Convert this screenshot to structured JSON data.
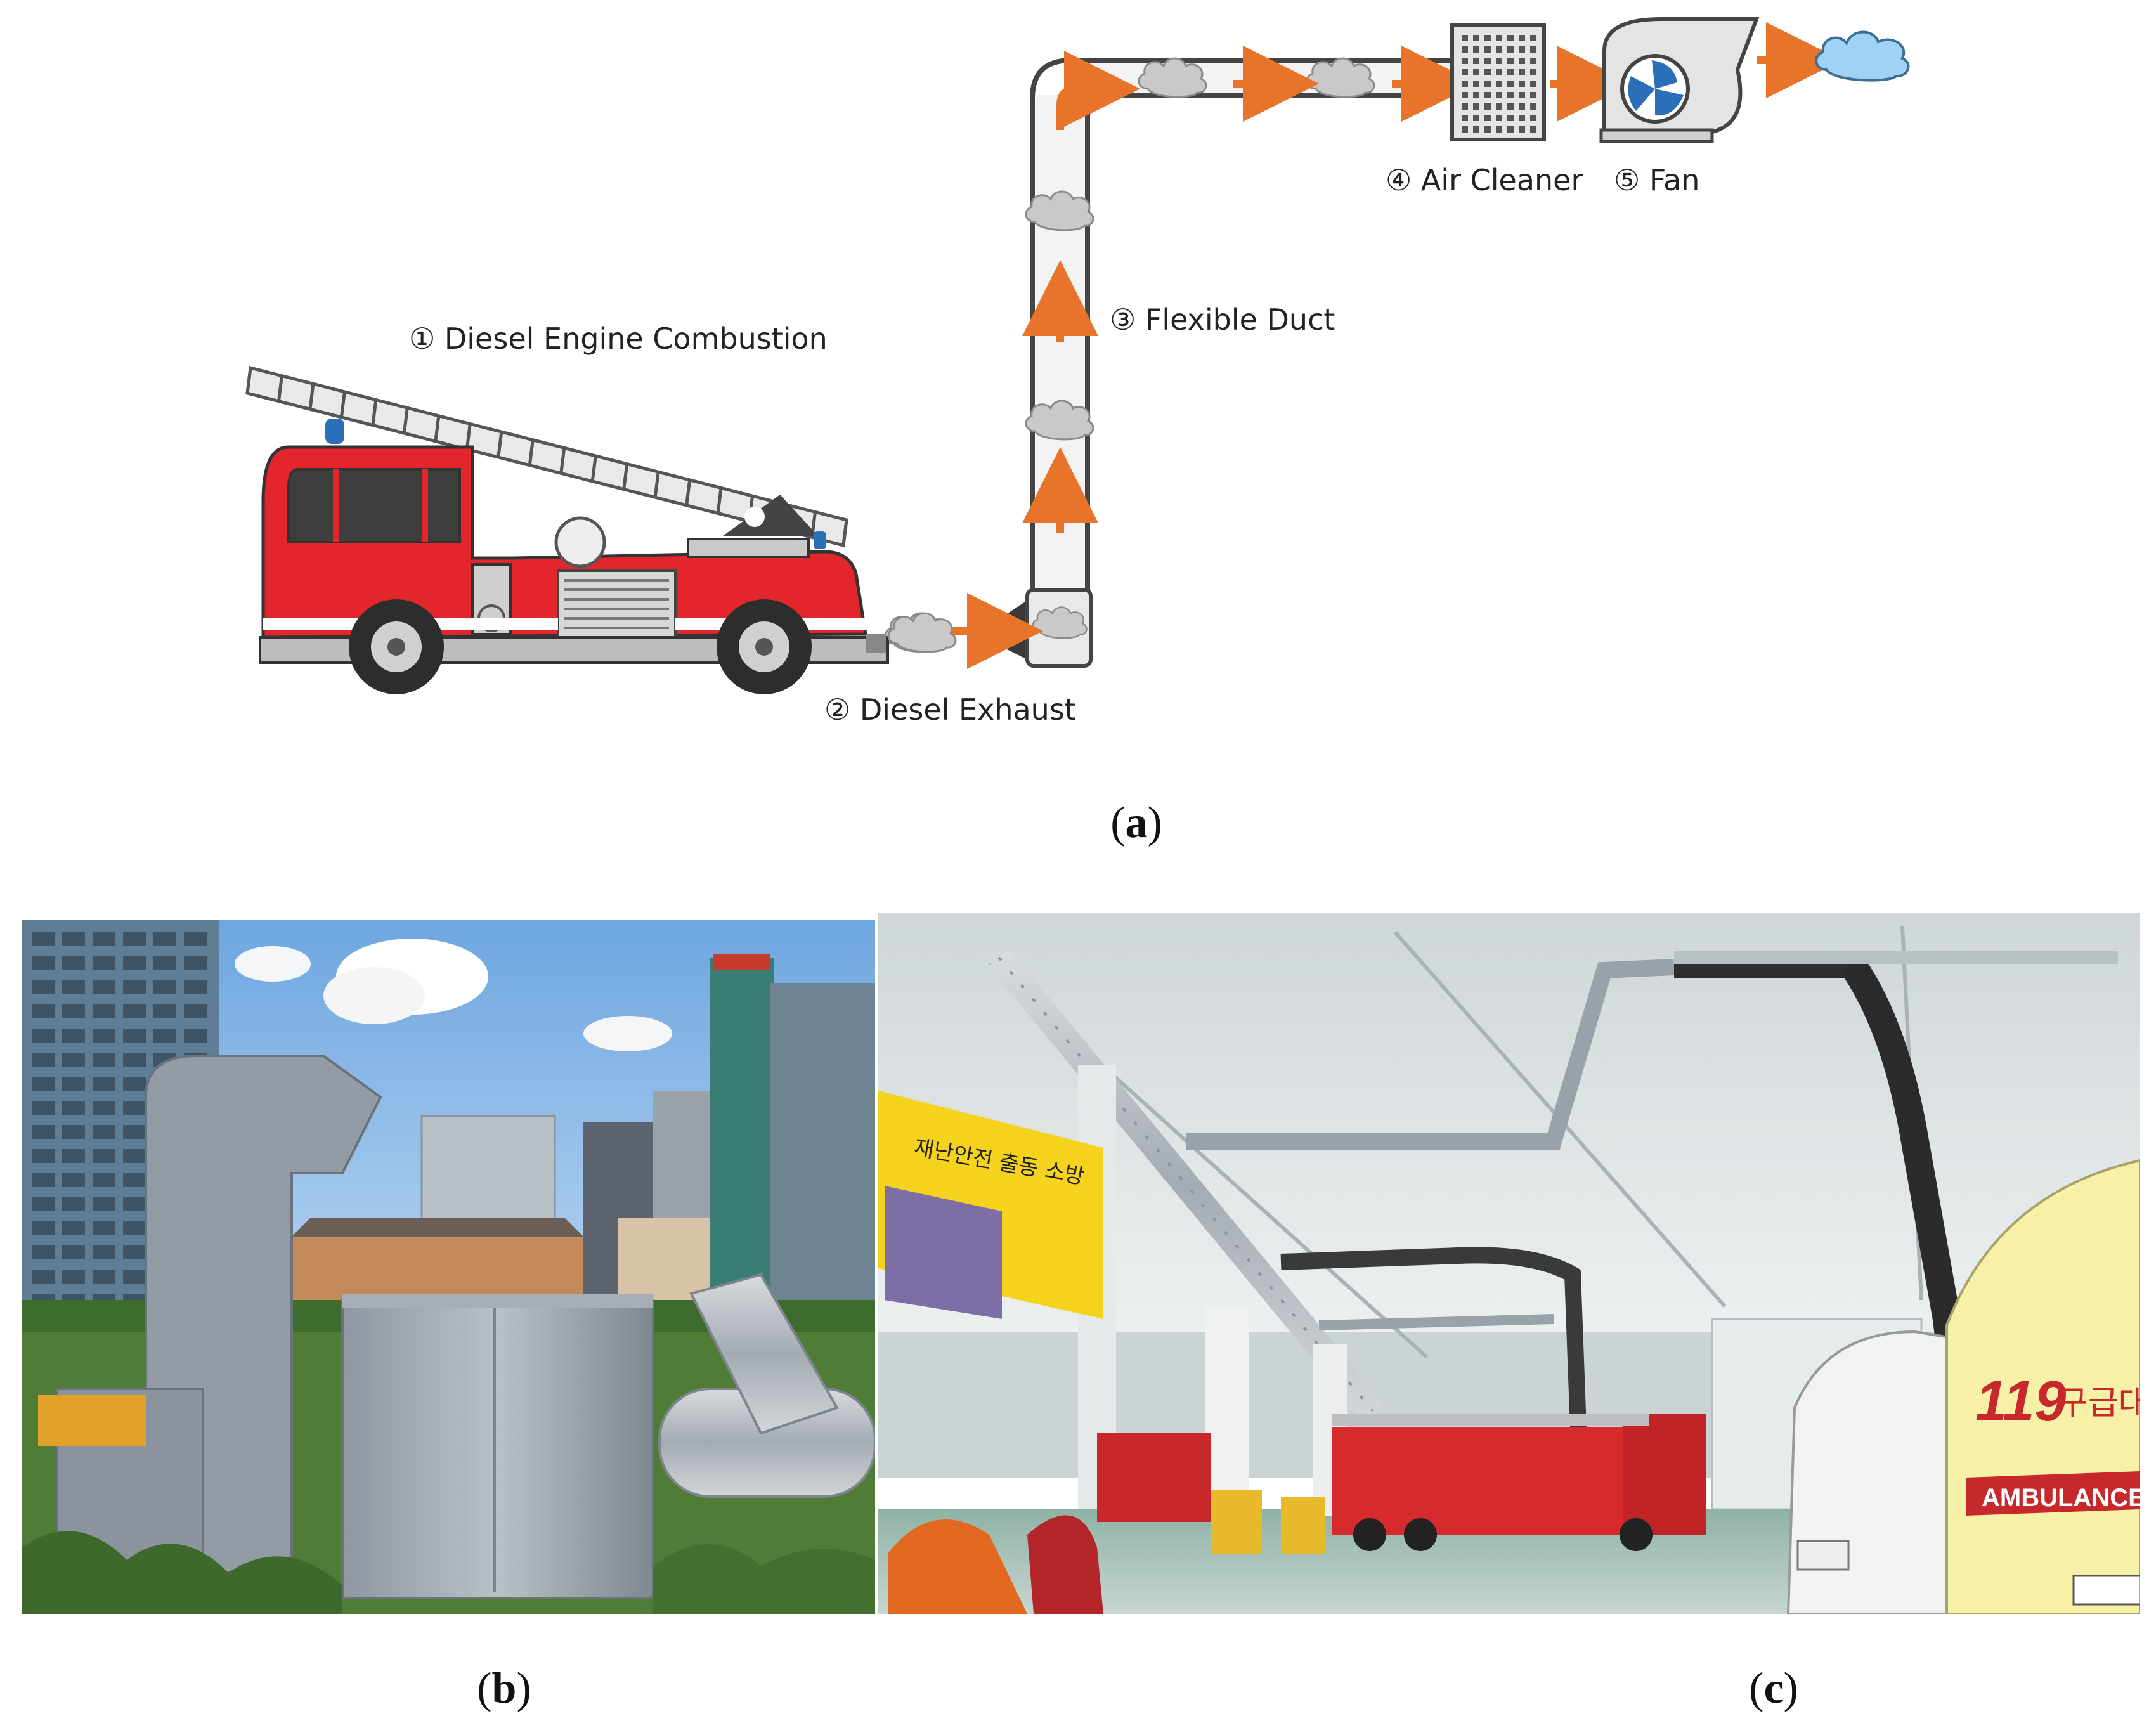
{
  "diagram": {
    "components": [
      {
        "id": "engine",
        "label": "① Diesel Engine Combustion"
      },
      {
        "id": "exhaust",
        "label": "② Diesel Exhaust"
      },
      {
        "id": "duct",
        "label": "③ Flexible Duct"
      },
      {
        "id": "cleaner",
        "label": "④ Air Cleaner"
      },
      {
        "id": "fan",
        "label": "⑤ Fan"
      }
    ],
    "colors": {
      "truck_red": "#e3262b",
      "flow_arrow": "#e8742c",
      "smoke": "#c9c9c9",
      "clean_air": "#9fd3f3",
      "fan_blade": "#2a6fb8"
    }
  },
  "panels": [
    {
      "id": "a",
      "letter": "a"
    },
    {
      "id": "b",
      "letter": "b"
    },
    {
      "id": "c",
      "letter": "c"
    }
  ],
  "photos": {
    "c": {
      "sign_text": "재난안전 출동 소방",
      "vehicle_number": "119",
      "vehicle_text": "구급대",
      "ambulance_text": "AMBULANCE"
    }
  }
}
